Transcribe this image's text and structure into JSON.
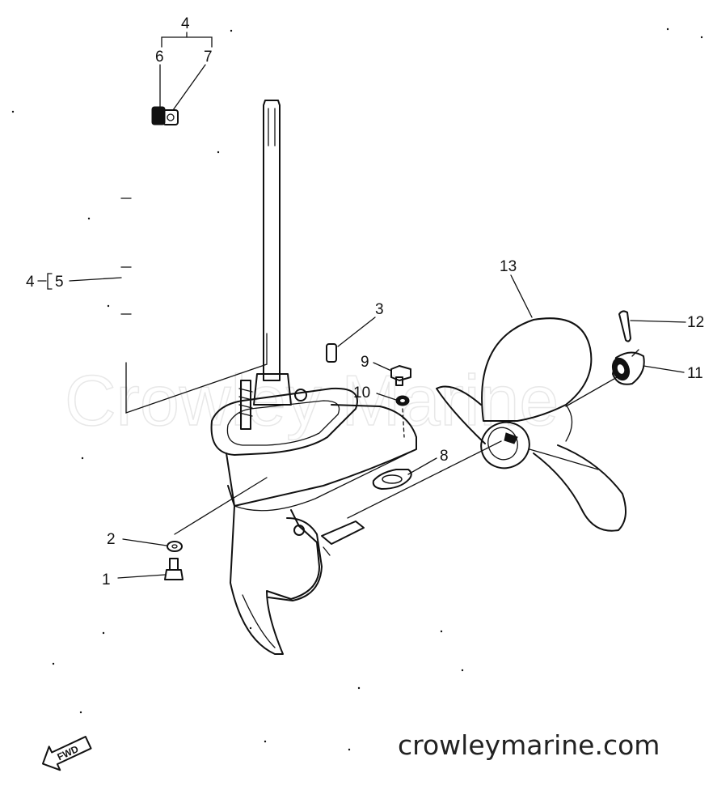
{
  "watermark": "Crowley Marine",
  "website": "crowleymarine.com",
  "direction_label": "FWD",
  "parts": {
    "p1": "1",
    "p2": "2",
    "p3": "3",
    "p4_group": "4",
    "p4_single": "4",
    "p5": "5",
    "p6": "6",
    "p7": "7",
    "p8": "8",
    "p9": "9",
    "p10": "10",
    "p11": "11",
    "p12": "12",
    "p13": "13"
  },
  "colors": {
    "ink": "#111111",
    "watermark": "#e8e8e8",
    "background": "#ffffff"
  }
}
